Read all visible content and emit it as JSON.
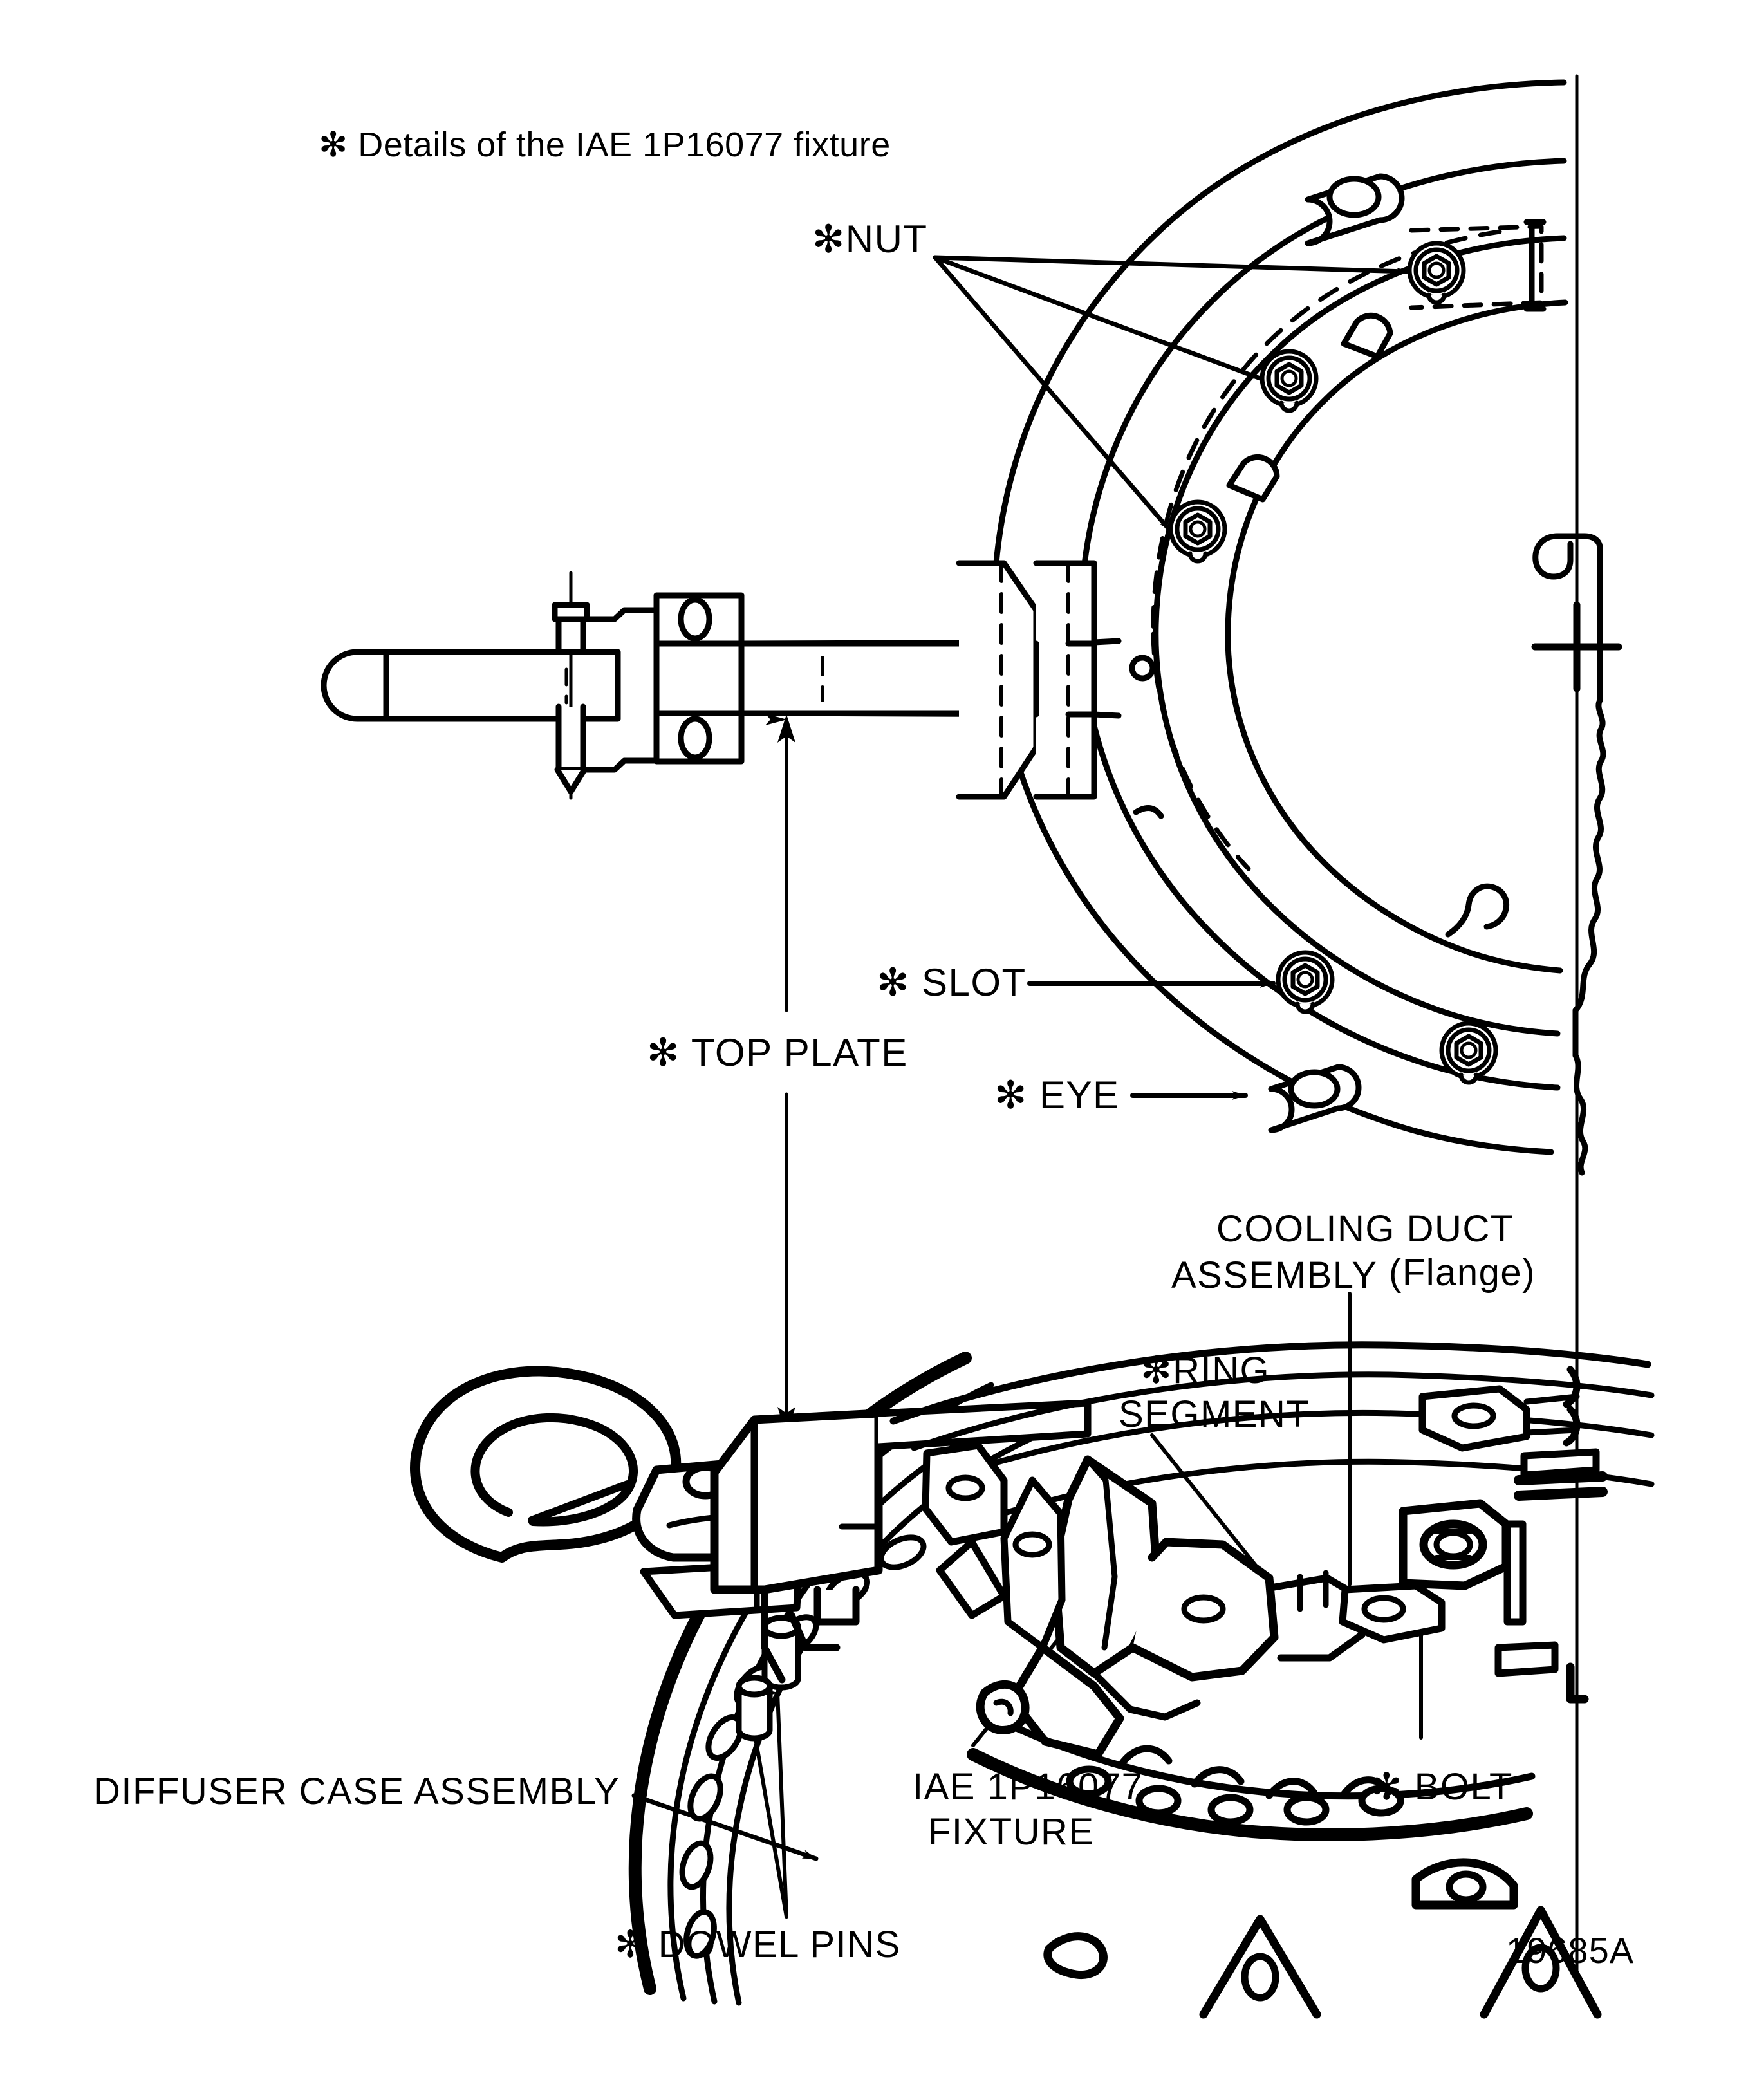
{
  "figure": {
    "title_note": "✻ Details of the IAE 1P16077 fixture",
    "figure_number": "19685A",
    "domain": "aircraft engine maintenance illustration",
    "ink_color": "#000000",
    "background_color": "#ffffff"
  },
  "labels": {
    "note": "✻ Details of the IAE 1P16077 fixture",
    "nut": "✻NUT",
    "slot": "✻ SLOT",
    "eye": "✻ EYE",
    "top_plate": "✻ TOP PLATE",
    "cooling_duct_line1": "COOLING DUCT",
    "cooling_duct_line2": "ASSEMBLY",
    "cooling_duct_flange": "(Flange)",
    "ring_segment_line1": "✻RING",
    "ring_segment_line2": "SEGMENT",
    "diffuser_case": "DIFFUSER CASE ASSEMBLY",
    "fixture_line1": "IAE 1P16077",
    "fixture_line2": "FIXTURE",
    "bolt": "✻ BOLT",
    "dowel_pins": "✻ DOWEL PINS",
    "figure_number": "19685A"
  },
  "callouts": [
    {
      "id": "nut",
      "text": "✻NUT",
      "targets": 3,
      "arrow": "solid-filled"
    },
    {
      "id": "slot",
      "text": "✻ SLOT",
      "targets": 1,
      "arrow": "solid-filled"
    },
    {
      "id": "eye",
      "text": "✻ EYE",
      "targets": 1,
      "arrow": "solid-filled"
    },
    {
      "id": "top-plate",
      "text": "✻ TOP PLATE",
      "targets": 2,
      "arrow": "double-ended-dimension"
    },
    {
      "id": "cooling-duct",
      "text": "COOLING DUCT ASSEMBLY",
      "targets": 1,
      "arrow": "plain-leader"
    },
    {
      "id": "ring-segment",
      "text": "✻RING SEGMENT",
      "targets": 1,
      "arrow": "plain-leader"
    },
    {
      "id": "diffuser",
      "text": "DIFFUSER CASE ASSEMBLY",
      "targets": 1,
      "arrow": "solid-filled"
    },
    {
      "id": "fixture",
      "text": "IAE 1P16077 FIXTURE",
      "targets": 1,
      "arrow": "plain-leader"
    },
    {
      "id": "bolt",
      "text": "✻ BOLT",
      "targets": 1,
      "arrow": "plain-leader"
    },
    {
      "id": "dowel-pins",
      "text": "✻ DOWEL PINS",
      "targets": 2,
      "arrow": "solid-filled"
    }
  ],
  "views": {
    "upper": {
      "name": "fixture top plate and ring flange — plan view",
      "parts": [
        "top plate arm",
        "clamp block",
        "handle",
        "ring flange arc",
        "nuts",
        "slots",
        "eyes"
      ],
      "nut_count": 5,
      "slot_count": 2,
      "eye_count": 2
    },
    "lower": {
      "name": "diffuser case assembly with fixture installed — isometric view",
      "parts": [
        "lifting eye hook",
        "top plate bracket",
        "diffuser case flange",
        "dowel pins",
        "cooling duct flange",
        "ring segment",
        "bolt"
      ],
      "dowel_pin_count": 2,
      "flange_hole_count": 9
    }
  }
}
